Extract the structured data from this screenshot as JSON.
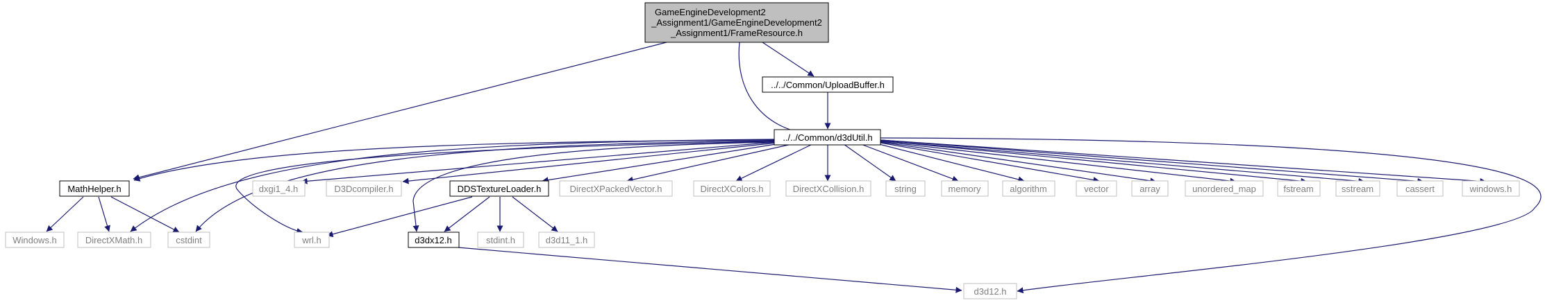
{
  "diagram": {
    "root": {
      "line1": "GameEngineDevelopment2",
      "line2": "_Assignment1/GameEngineDevelopment2",
      "line3": "_Assignment1/FrameResource.h"
    },
    "nodes": {
      "upload_buffer": "../../Common/UploadBuffer.h",
      "d3dutil": "../../Common/d3dUtil.h",
      "mathhelper": "MathHelper.h",
      "dxgi": "dxgi1_4.h",
      "d3dcompiler": "D3Dcompiler.h",
      "ddstextureloader": "DDSTextureLoader.h",
      "directxpackedvector": "DirectXPackedVector.h",
      "directxcolors": "DirectXColors.h",
      "directxcollision": "DirectXCollision.h",
      "string": "string",
      "memory": "memory",
      "algorithm": "algorithm",
      "vector": "vector",
      "array": "array",
      "unordered_map": "unordered_map",
      "fstream": "fstream",
      "sstream": "sstream",
      "cassert": "cassert",
      "windows_lower": "windows.h",
      "windows_upper": "Windows.h",
      "directxmath": "DirectXMath.h",
      "cstdint": "cstdint",
      "wrl": "wrl.h",
      "d3dx12": "d3dx12.h",
      "stdint": "stdint.h",
      "d3d11_1": "d3d11_1.h",
      "d3d12": "d3d12.h"
    },
    "colors": {
      "edge": "#191970",
      "root_fill": "#bfbfbf",
      "doc_border": "#000000",
      "sys_border": "#bfbfbf",
      "sys_text": "#7f7f7f",
      "doc_text": "#000000"
    }
  }
}
